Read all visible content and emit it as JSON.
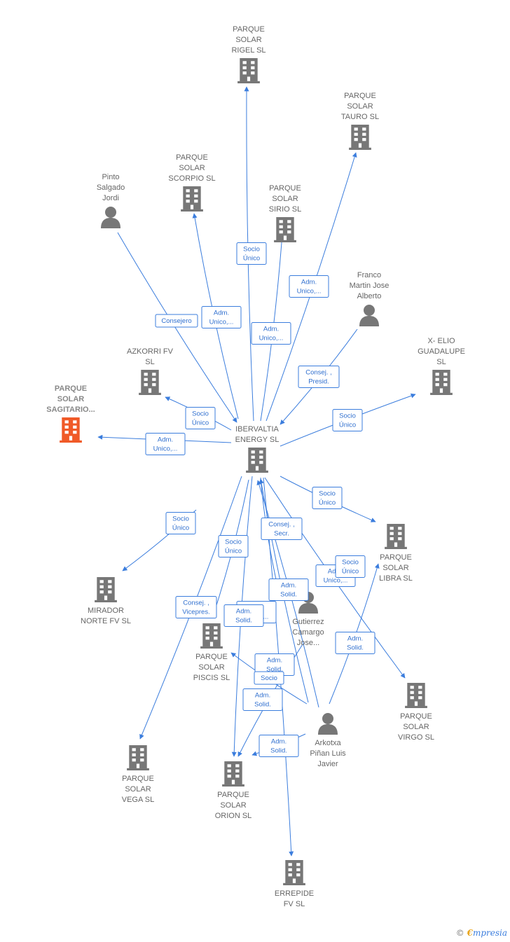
{
  "colors": {
    "edge": "#3b7ddd",
    "company": "#777777",
    "company_highlight": "#f05a28",
    "person": "#777777"
  },
  "nodes": [
    {
      "id": "center",
      "type": "company",
      "lines": [
        "IBERVALTIA",
        "ENERGY  SL"
      ]
    },
    {
      "id": "rigel",
      "type": "company",
      "lines": [
        "PARQUE",
        "SOLAR",
        "RIGEL  SL"
      ]
    },
    {
      "id": "tauro",
      "type": "company",
      "lines": [
        "PARQUE",
        "SOLAR",
        "TAURO  SL"
      ]
    },
    {
      "id": "scorpio",
      "type": "company",
      "lines": [
        "PARQUE",
        "SOLAR",
        "SCORPIO  SL"
      ]
    },
    {
      "id": "sirio",
      "type": "company",
      "lines": [
        "PARQUE",
        "SOLAR",
        "SIRIO  SL"
      ]
    },
    {
      "id": "pinto",
      "type": "person",
      "lines": [
        "Pinto",
        "Salgado",
        "Jordi"
      ]
    },
    {
      "id": "franco",
      "type": "person",
      "lines": [
        "Franco",
        "Martin Jose",
        "Alberto"
      ]
    },
    {
      "id": "azkorri",
      "type": "company",
      "lines": [
        "AZKORRI FV",
        "SL"
      ]
    },
    {
      "id": "xelio",
      "type": "company",
      "lines": [
        "X- ELIO",
        "GUADALUPE",
        "SL"
      ]
    },
    {
      "id": "sagitario",
      "type": "company",
      "highlight": true,
      "lines": [
        "PARQUE",
        "SOLAR",
        "SAGITARIO..."
      ]
    },
    {
      "id": "mirador",
      "type": "company",
      "lines": [
        "MIRADOR",
        "NORTE FV  SL"
      ]
    },
    {
      "id": "libra",
      "type": "company",
      "lines": [
        "PARQUE",
        "SOLAR",
        "LIBRA  SL"
      ]
    },
    {
      "id": "gutierrez",
      "type": "person",
      "lines": [
        "Gutierrez",
        "Camargo",
        "Jose..."
      ]
    },
    {
      "id": "piscis",
      "type": "company",
      "lines": [
        "PARQUE",
        "SOLAR",
        "PISCIS  SL"
      ]
    },
    {
      "id": "virgo",
      "type": "company",
      "lines": [
        "PARQUE",
        "SOLAR",
        "VIRGO  SL"
      ]
    },
    {
      "id": "arkotxa",
      "type": "person",
      "lines": [
        "Arkotxa",
        "Piñan Luis",
        "Javier"
      ]
    },
    {
      "id": "vega",
      "type": "company",
      "lines": [
        "PARQUE",
        "SOLAR",
        "VEGA  SL"
      ]
    },
    {
      "id": "orion",
      "type": "company",
      "lines": [
        "PARQUE",
        "SOLAR",
        "ORION  SL"
      ]
    },
    {
      "id": "errepide",
      "type": "company",
      "lines": [
        "ERREPIDE",
        "FV  SL"
      ]
    }
  ],
  "relations": [
    {
      "lines": [
        "Socio",
        "Único"
      ]
    },
    {
      "lines": [
        "Adm.",
        "Unico,..."
      ]
    },
    {
      "lines": [
        "Adm.",
        "Unico,..."
      ]
    },
    {
      "lines": [
        "Consejero"
      ]
    },
    {
      "lines": [
        "Adm.",
        "Unico,..."
      ]
    },
    {
      "lines": [
        "Consej. ,",
        "Presid."
      ]
    },
    {
      "lines": [
        "Socio",
        "Único"
      ]
    },
    {
      "lines": [
        "Socio",
        "Único"
      ]
    },
    {
      "lines": [
        "Adm.",
        "Unico,..."
      ]
    },
    {
      "lines": [
        "Socio",
        "Único"
      ]
    },
    {
      "lines": [
        "Socio",
        "Único"
      ]
    },
    {
      "lines": [
        "Socio",
        "Único"
      ]
    },
    {
      "lines": [
        "Consej. ,",
        "Secr."
      ]
    },
    {
      "lines": [
        "Adm.",
        "Unico,..."
      ]
    },
    {
      "lines": [
        "Adm.",
        "Solid."
      ]
    },
    {
      "lines": [
        "Consej. ,",
        "Vicepres."
      ]
    },
    {
      "lines": [
        "Adm.",
        "Unico,..."
      ]
    },
    {
      "lines": [
        "Adm.",
        "Solid."
      ]
    },
    {
      "lines": [
        "Socio",
        "Único"
      ]
    },
    {
      "lines": [
        "Adm.",
        "Solid."
      ]
    },
    {
      "lines": [
        "Socio"
      ]
    },
    {
      "lines": [
        "Adm.",
        "Solid."
      ]
    },
    {
      "lines": [
        "Adm.",
        "Solid."
      ]
    },
    {
      "lines": [
        "Adm.",
        "Solid."
      ]
    }
  ],
  "footer": {
    "copyright": "©",
    "brand_initial": "€",
    "brand_rest": "mpresia"
  }
}
